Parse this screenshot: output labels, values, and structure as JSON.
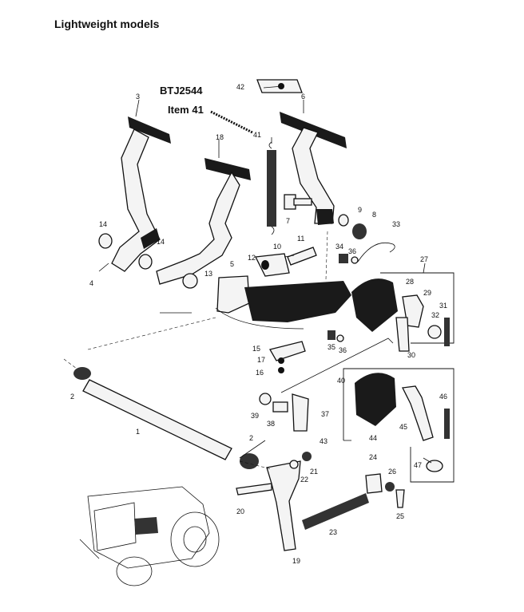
{
  "title": "Lightweight models",
  "callout_part": "BTJ2544",
  "callout_item": "Item 41",
  "part_numbers": {
    "n1": "1",
    "n2a": "2",
    "n2b": "2",
    "n3": "3",
    "n4": "4",
    "n5": "5",
    "n6": "6",
    "n7": "7",
    "n8": "8",
    "n9": "9",
    "n10": "10",
    "n11": "11",
    "n12": "12",
    "n13": "13",
    "n14a": "14",
    "n14b": "14",
    "n15": "15",
    "n16": "16",
    "n17": "17",
    "n18": "18",
    "n19": "19",
    "n20": "20",
    "n21": "21",
    "n22": "22",
    "n23": "23",
    "n24": "24",
    "n25": "25",
    "n26": "26",
    "n27": "27",
    "n28": "28",
    "n29": "29",
    "n30": "30",
    "n31": "31",
    "n32": "32",
    "n33": "33",
    "n34": "34",
    "n35": "35",
    "n36a": "36",
    "n36b": "36",
    "n37": "37",
    "n38": "38",
    "n39": "39",
    "n40": "40",
    "n41": "41",
    "n42": "42",
    "n43": "43",
    "n44": "44",
    "n45": "45",
    "n46": "46",
    "n47": "47"
  }
}
